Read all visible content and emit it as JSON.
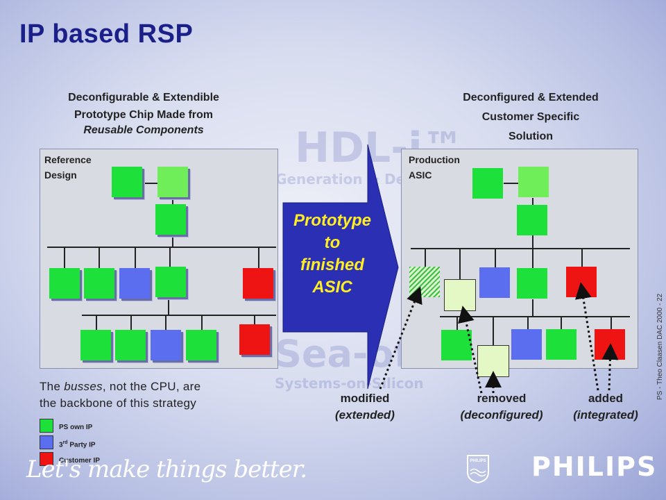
{
  "slide": {
    "title": "IP based RSP",
    "left_heading": [
      "Deconfigurable & Extendible",
      "Prototype Chip Made from",
      "Reusable Components"
    ],
    "right_heading": [
      "Deconfigured & Extended",
      "Customer Specific",
      "Solution"
    ],
    "left_panel_label": [
      "Reference",
      "Design"
    ],
    "right_panel_label": [
      "Production",
      "ASIC"
    ],
    "arrow_text": [
      "Prototype",
      "to",
      "finished",
      "ASIC"
    ],
    "note_line1_a": "The ",
    "note_line1_em": "busses",
    "note_line1_b": ", not the CPU, are",
    "note_line2": "the backbone of this strategy",
    "legend": [
      {
        "label": "PS own IP",
        "color": "#1ee03a"
      },
      {
        "label_a": "3",
        "label_sup": "rd",
        "label_b": " Party IP",
        "color": "#5c6ef0"
      },
      {
        "label": "Customer IP",
        "color": "#ee1414"
      }
    ],
    "captions": {
      "modified": "modified",
      "modified_sub": "(extended)",
      "removed": "removed",
      "removed_sub": "(deconfigured)",
      "added": "added",
      "added_sub": "(integrated)"
    },
    "footer_vertical": "PS -  Theo Claasen DAC 2000 - 22",
    "slogan": "Let's make things better.",
    "brand": "PHILIPS",
    "shield_text": "PHILIPS",
    "watermark": {
      "line1": "HDL-i™",
      "line2": "IP Generation & Delivery",
      "line3": "Sea-of-IP",
      "line4": "Systems-on-Silicon"
    },
    "colors": {
      "title": "#1a1f8a",
      "arrow_fill": "#2a2fb4",
      "arrow_text": "#ffee22",
      "ps_own_ip": "#1ee03a",
      "third_party_ip": "#5c6ef0",
      "customer_ip": "#ee1414"
    }
  }
}
